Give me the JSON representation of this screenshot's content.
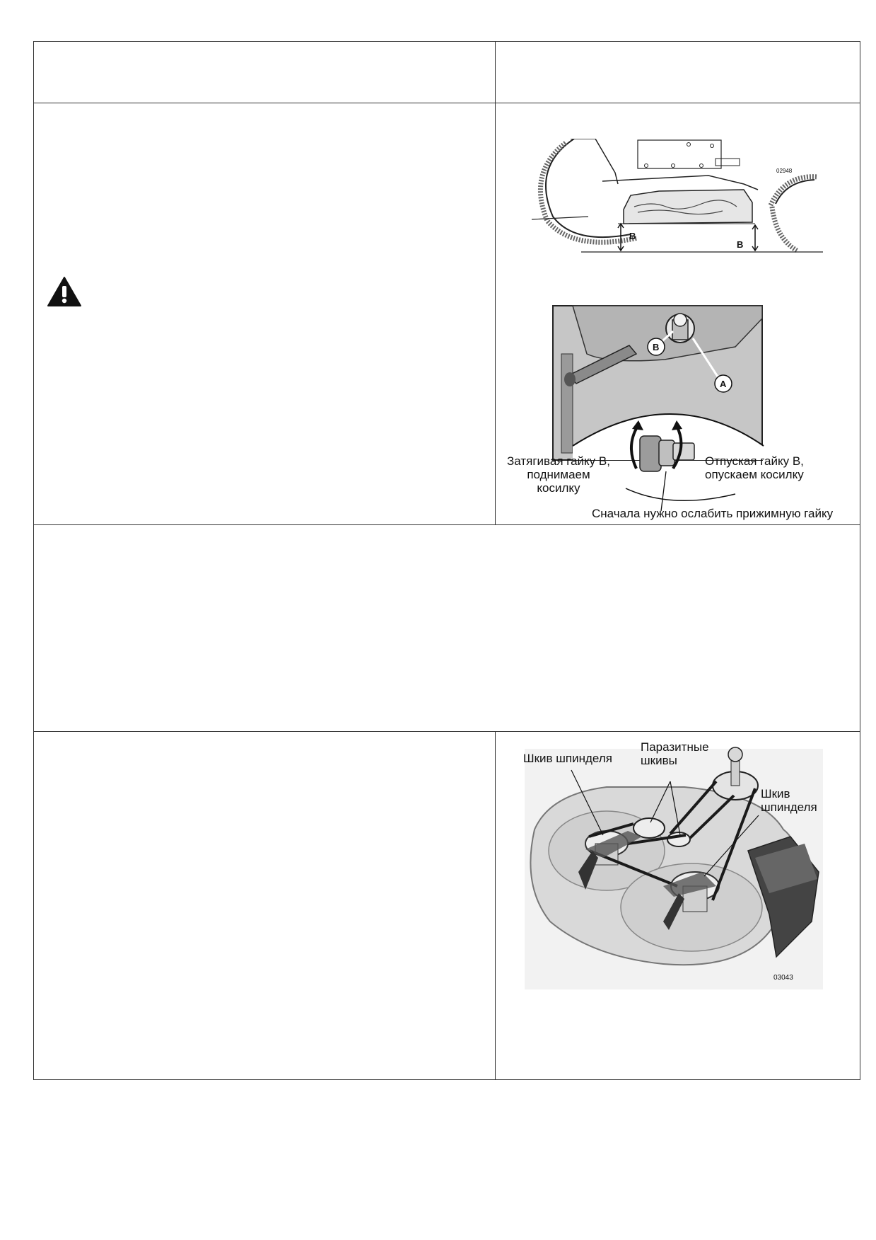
{
  "figure1": {
    "label_left": "B",
    "label_right": "B",
    "code": "02948"
  },
  "figure2": {
    "callout_b": "B",
    "callout_a": "A",
    "tighten_caption": "Затягивая гайку B,\nподнимаем\nкосилку",
    "loosen_caption": "Отпуская гайку B,\nопускаем косилку",
    "lock_nut_caption": "Сначала нужно ослабить прижимную гайку"
  },
  "figure3": {
    "spindle_left": "Шкив шпинделя",
    "idlers": "Паразитные\nшкивы",
    "spindle_right": "Шкив\nшпинделя",
    "code": "03043"
  },
  "colors": {
    "border": "#333333",
    "photo_bg": "#c9c9c9",
    "deck": "#dcdcdc",
    "belt": "#1a1a1a"
  },
  "icons": [
    "warning-icon"
  ]
}
